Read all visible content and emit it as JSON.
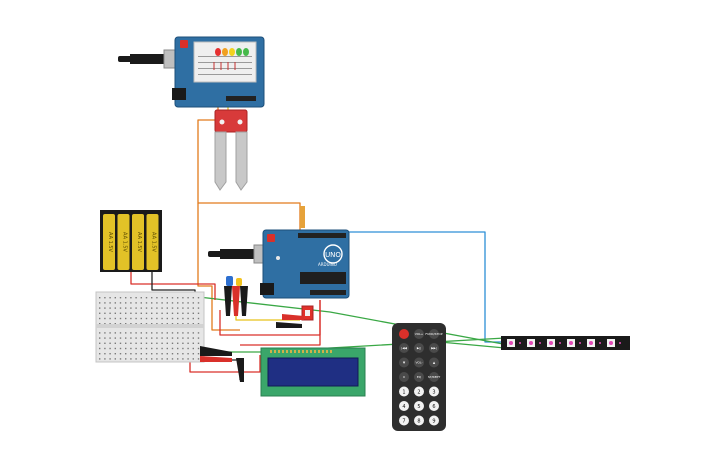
{
  "colors": {
    "arduino_board": "#2f6fa3",
    "arduino_dark": "#1d4f7a",
    "header": "#222222",
    "battery": "#e2c227",
    "breadboard": "#e6e6e6",
    "wire_red": "#d9302a",
    "wire_black": "#222222",
    "wire_green": "#3aa845",
    "wire_blue": "#2d8fd6",
    "wire_orange": "#e27b1c",
    "wire_yellow": "#e6c21a",
    "lcd_board": "#3aa66a",
    "lcd_screen": "#1f2f83",
    "remote": "#2e2e2e",
    "neopixel": "#1a1a1a",
    "sensor_board": "#d83a3a",
    "probe": "#c8c8c8"
  },
  "arduino_uno": {
    "label": "UNO",
    "brand": "ARDUINO"
  },
  "battery_pack": {
    "cells": [
      "AA 1.5V",
      "AA 1.5V",
      "AA 1.5V",
      "AA 1.5V"
    ]
  },
  "remote": {
    "power_icon": "power-icon",
    "buttons": [
      "VOL+",
      "FUNC/STOP",
      "|◀◀",
      "▶||",
      "▶▶|",
      "▼",
      "VOL-",
      "▲",
      "0",
      "EQ",
      "ST/REPT",
      "1",
      "2",
      "3",
      "4",
      "5",
      "6",
      "7",
      "8",
      "9"
    ]
  }
}
